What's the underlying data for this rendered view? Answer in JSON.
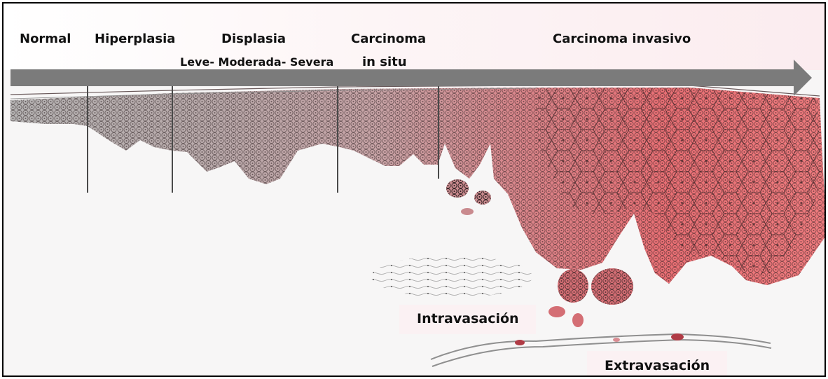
{
  "stages": {
    "normal": "Normal",
    "hiperplasia": "Hiperplasia",
    "displasia": "Displasia",
    "displasia_grades": "Leve- Moderada- Severa",
    "carcinoma_in_situ_line1": "Carcinoma",
    "carcinoma_in_situ_line2": "in situ",
    "carcinoma_invasivo": "Carcinoma invasivo"
  },
  "processes": {
    "intravasacion": "Intravasación",
    "extravasacion": "Extravasación"
  },
  "colors": {
    "arrow": "#7b7b7b",
    "header_band": "#fcf0f2",
    "normal_tissue": "#b3b3b3",
    "invasive_tissue": "#e86f73",
    "cell_outline": "#2a1e1f"
  }
}
